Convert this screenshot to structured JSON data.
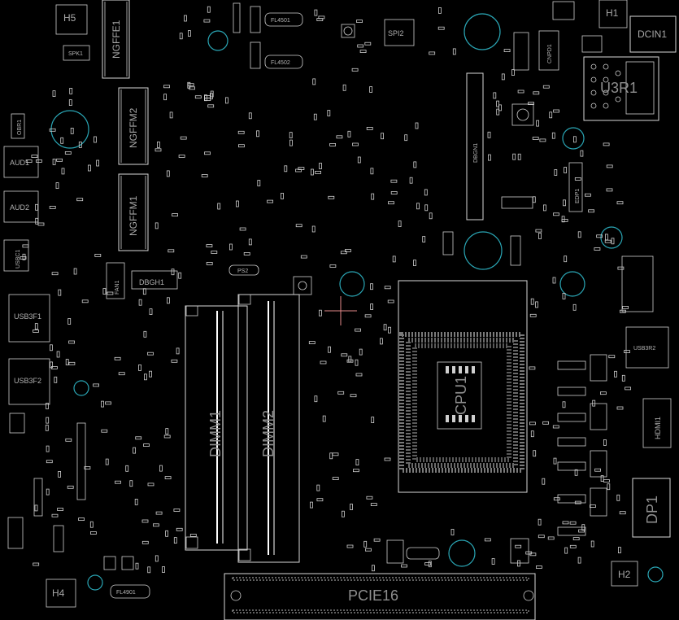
{
  "board": {
    "background": "#000000",
    "outline_color": "#d8d8d8",
    "hole_color": "#2aa6b5",
    "cursor_color": "#e58a8a"
  },
  "components": {
    "h5": "H5",
    "h1": "H1",
    "h2": "H2",
    "h4": "H4",
    "spk1": "SPK1",
    "ngffe1": "NGFFE1",
    "ngffm2": "NGFFM2",
    "ngffm1": "NGFFM1",
    "fl4501": "FL4501",
    "fl4502": "FL4502",
    "fl4901": "FL4901",
    "spi": "SPI2",
    "cnpd1": "CNPD1",
    "dcin1": "DCIN1",
    "u3r": "U3R1",
    "obr1": "OBR1",
    "aud1": "AUD1",
    "aud2": "AUD2",
    "usbc": "USBC1",
    "fan1": "FAN1",
    "dbgh1": "DBGH1",
    "usb3f1": "USB3F1",
    "usb3f2": "USB3F2",
    "dimm1": "DIMM1",
    "dimm2": "DIMM2",
    "cpu1": "CPU1",
    "usb3r2": "USB3R2",
    "hdmi1": "HDMI1",
    "dp1": "DP1",
    "pcie16": "PCIE16",
    "dbgn1": "DBGN1",
    "edp1": "EDP1",
    "ps2": "PS2"
  }
}
